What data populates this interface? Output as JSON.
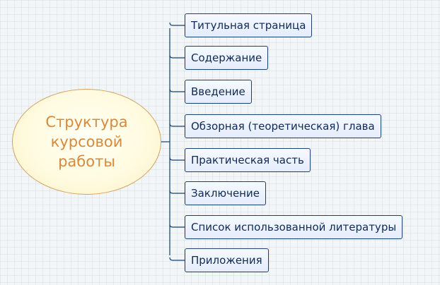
{
  "diagram": {
    "central_topic": "Структура\nкурсовой\nработы",
    "subtopics": [
      {
        "label": "Титульная страница"
      },
      {
        "label": "Содержание"
      },
      {
        "label": "Введение"
      },
      {
        "label": "Обзорная (теоретическая) глава"
      },
      {
        "label": "Практическая часть"
      },
      {
        "label": "Заключение"
      },
      {
        "label": "Список использованной литературы"
      },
      {
        "label": "Приложения"
      }
    ]
  },
  "colors": {
    "central_text": "#d8893a",
    "central_border": "#d4a060",
    "topic_border": "#1b3f73",
    "topic_text": "#0f2a55",
    "connector": "#1b3f73"
  }
}
